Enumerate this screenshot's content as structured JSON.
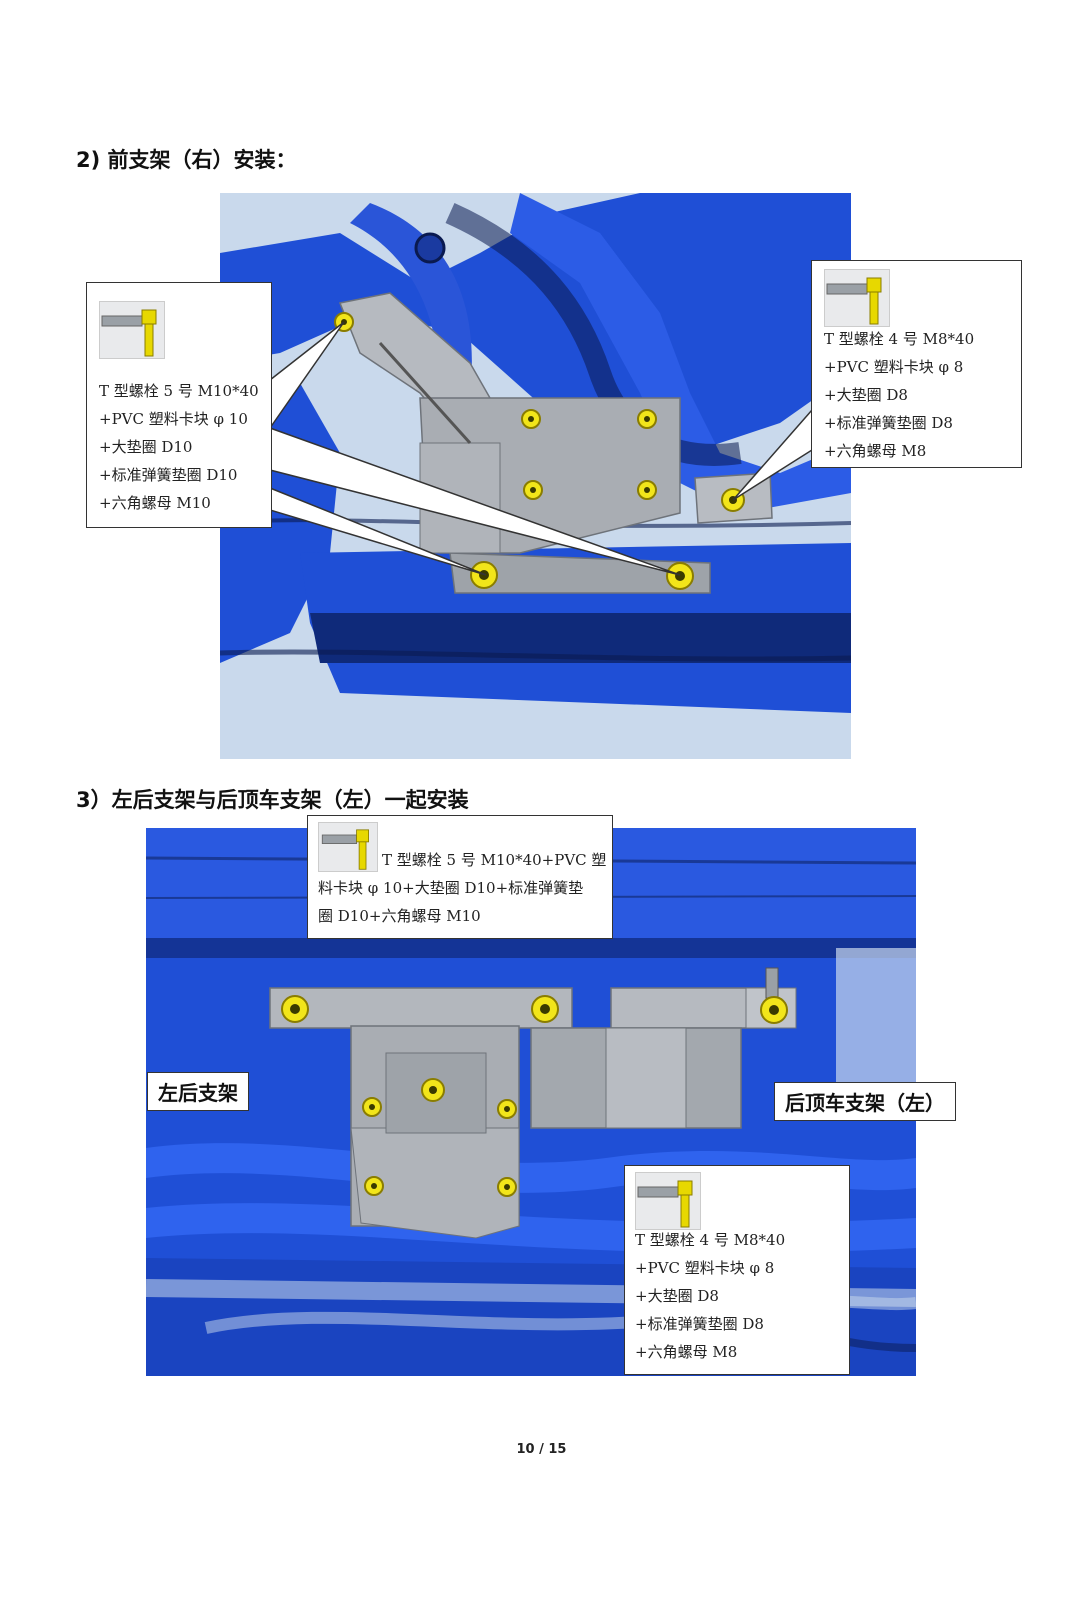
{
  "section2": {
    "heading": "2) 前支架（右）安装：",
    "callout_left": {
      "lines": [
        "T 型螺栓 5 号 M10*40",
        "+PVC 塑料卡块 φ 10",
        "+大垫圈 D10",
        "+标准弹簧垫圈 D10",
        "+六角螺母 M10"
      ],
      "icon": "t-bolt-icon"
    },
    "callout_right": {
      "lines": [
        "T 型螺栓 4 号 M8*40",
        "+PVC 塑料卡块 φ 8",
        "+大垫圈 D8",
        "+标准弹簧垫圈 D8",
        "+六角螺母 M8"
      ],
      "icon": "t-bolt-icon"
    }
  },
  "section3": {
    "heading": "3）左后支架与后顶车支架（左）一起安装",
    "callout_top": {
      "lines": [
        "T 型螺栓 5 号 M10*40+PVC 塑",
        "料卡块 φ 10+大垫圈 D10+标准弹簧垫",
        "圈 D10+六角螺母 M10"
      ],
      "icon": "t-bolt-icon"
    },
    "callout_bottom": {
      "lines": [
        "T 型螺栓 4 号 M8*40",
        "+PVC 塑料卡块 φ 8",
        "+大垫圈 D8",
        "+标准弹簧垫圈 D8",
        "+六角螺母 M8"
      ],
      "icon": "t-bolt-icon"
    },
    "label_left": "左后支架",
    "label_right": "后顶车支架（左）"
  },
  "footer": {
    "page": "10 / 15"
  },
  "colors": {
    "chassis_blue": "#1f4fd6",
    "chassis_dark": "#0f2a7a",
    "bracket_gray": "#a9adb3",
    "bolt_yellow": "#f2e51a",
    "bg_light": "#c9d9ec"
  }
}
